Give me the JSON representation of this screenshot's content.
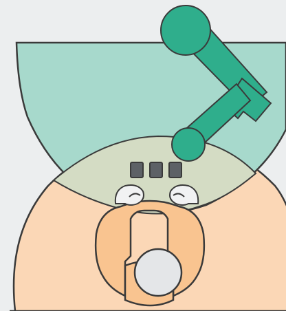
{
  "diagram": {
    "colors": {
      "background": "#eceeef",
      "upper_zone_fill": "#a7d9cc",
      "lower_zone_fill": "#fbd7b6",
      "overlap_zone_fill": "#d4dcc4",
      "arm_fill": "#2fae8c",
      "operator_body_fill": "#f9c490",
      "operator_head_fill": "#e4e6e8",
      "hands_fill": "#f1f2f3",
      "controls_fill": "#5d6166",
      "outline": "#3a3a3a"
    },
    "elements": {
      "upper_zone": "robot-workspace",
      "lower_zone": "human-workspace",
      "overlap_zone": "shared-workspace",
      "arm": "robot-arm",
      "operator": "human-operator",
      "controls": "control-buttons",
      "hands": "operator-hands"
    }
  }
}
